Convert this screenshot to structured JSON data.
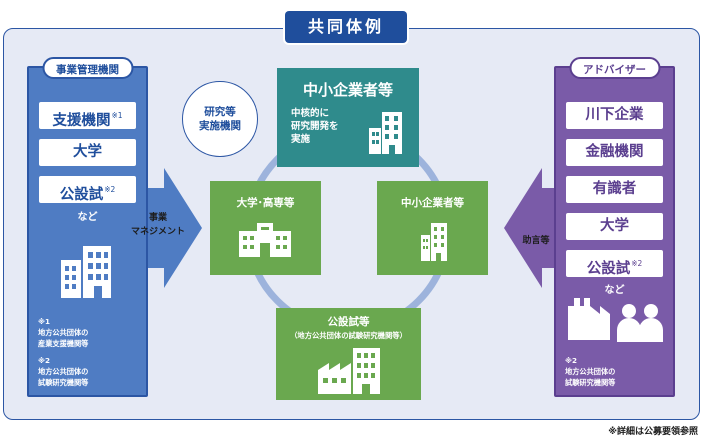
{
  "title": "共同体例",
  "left_panel": {
    "title": "事業管理機関",
    "items": [
      {
        "label": "支援機関",
        "sup": "※1"
      },
      {
        "label": "大学",
        "sup": ""
      },
      {
        "label": "公設試",
        "sup": "※2"
      }
    ],
    "etc": "など",
    "notes": [
      {
        "mark": "※1",
        "lines": [
          "地方公共団体の",
          "産業支援機関等"
        ]
      },
      {
        "mark": "※2",
        "lines": [
          "地方公共団体の",
          "試験研究機関等"
        ]
      }
    ]
  },
  "left_arrow": {
    "lines": [
      "事業",
      "マネジメント"
    ]
  },
  "right_panel": {
    "title": "アドバイザー",
    "items": [
      {
        "label": "川下企業",
        "sup": ""
      },
      {
        "label": "金融機関",
        "sup": ""
      },
      {
        "label": "有識者",
        "sup": ""
      },
      {
        "label": "大学",
        "sup": ""
      },
      {
        "label": "公設試",
        "sup": "※2"
      }
    ],
    "etc": "など",
    "notes": [
      {
        "mark": "※2",
        "lines": [
          "地方公共団体の",
          "試験研究機関等"
        ]
      }
    ]
  },
  "right_arrow": {
    "label": "助言等"
  },
  "center": {
    "bubble": [
      "研究等",
      "実施機関"
    ],
    "top": {
      "title": "中小企業者等",
      "desc": [
        "中核的に",
        "研究開発を",
        "実施"
      ]
    },
    "left": {
      "title": "大学･高専等"
    },
    "right": {
      "title": "中小企業者等"
    },
    "bottom": {
      "title": "公設試等",
      "subtitle": "（地方公共団体の試験研究機関等）"
    }
  },
  "footer": "※詳細は公募要領参照",
  "colors": {
    "navy": "#1f4e9c",
    "blue": "#4f7cc3",
    "purple": "#7a5ba8",
    "teal": "#2f8b8c",
    "green": "#6aa84f",
    "ring": "#9db3dc",
    "background": "#e6eaf5"
  }
}
